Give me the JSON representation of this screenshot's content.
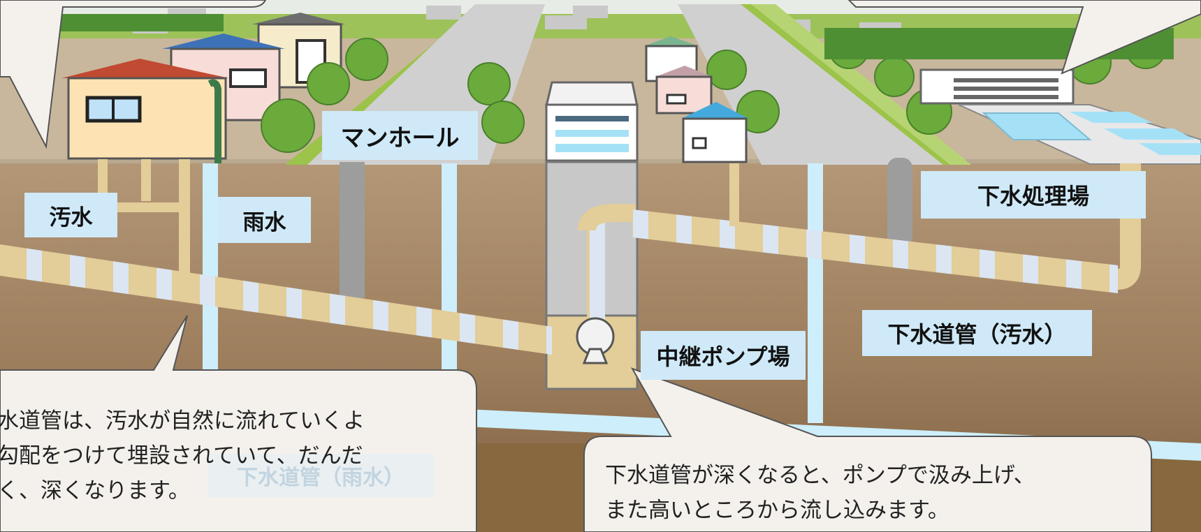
{
  "labels": {
    "manhole": "マンホール",
    "sewage": "汚水",
    "rainwater": "雨水",
    "treatment_plant": "下水処理場",
    "relay_pump_station": "中継ポンプ場",
    "sewer_pipe_sewage": "下水道管（汚水）",
    "sewer_pipe_rain": "下水道管（雨水）"
  },
  "callouts": {
    "gradient": {
      "lines": [
        "水道管は、汚水が自然に流れていくよ",
        "勾配をつけて埋設されていて、だんだ",
        "く、深くなります。"
      ]
    },
    "pump": {
      "lines": [
        "下水道管が深くなると、ポンプで汲み上げ、",
        "また高いところから流し込みます。"
      ]
    }
  },
  "colors": {
    "sky_ground": "#c9b89c",
    "underground": "#b79a78",
    "deep_ground": "#8a6b4a",
    "sewage_pipe": "#e3cd98",
    "pipe_stripe": "#dbe6f2",
    "rain_pipe": "#cdeefa",
    "road": "#d2d2d2",
    "grass": "#9cc34a",
    "tree": "#6aa838",
    "label_bg": "#cfe9f8"
  }
}
